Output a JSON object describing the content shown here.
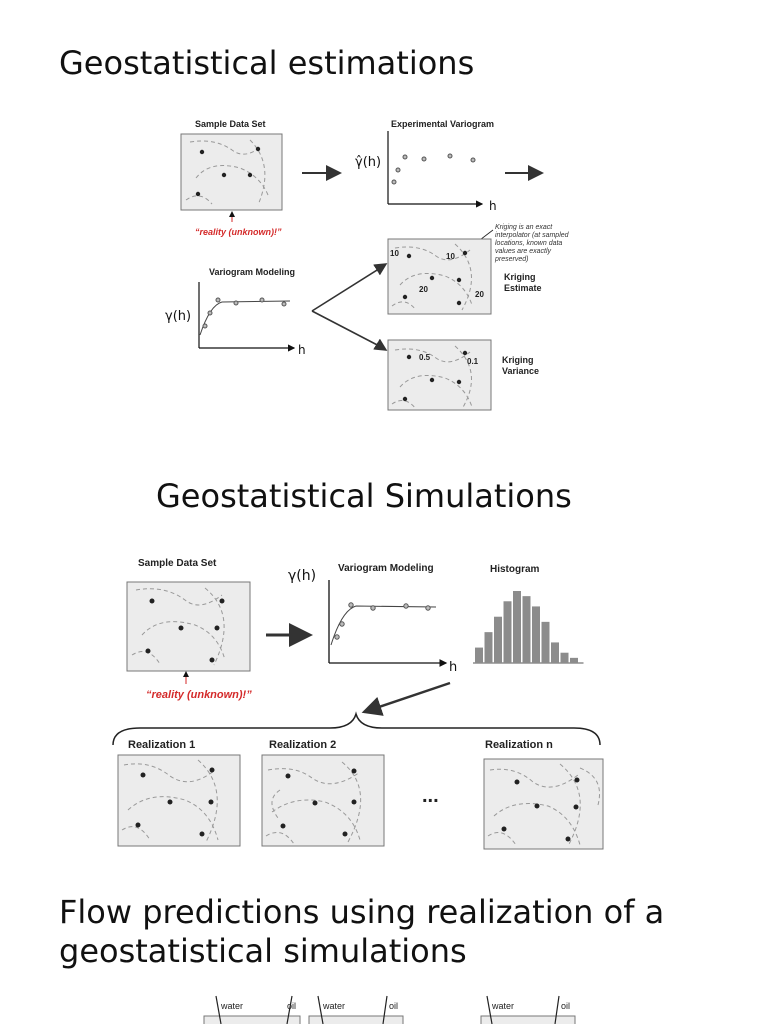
{
  "headings": {
    "estimation": "Geostatistical estimations",
    "simulation": "Geostatistical Simulations",
    "flow": "Flow predictions using realization of a geostatistical simulations"
  },
  "estimation_figure": {
    "sample_label": "Sample Data Set",
    "reality_label": "“reality (unknown)!”",
    "experimental_label": "Experimental Variogram",
    "gamma_hat": "γ̂(h)",
    "h": "h",
    "modeling_label": "Variogram Modeling",
    "gamma": "γ(h)",
    "kriging_note": [
      "Kriging is an exact",
      "interpolator (at sampled",
      "locations, known data",
      "values are exactly",
      "preserved)"
    ],
    "estimate_label": [
      "Kriging",
      "Estimate"
    ],
    "variance_label": [
      "Kriging",
      "Variance"
    ],
    "estimate_values": [
      "10",
      "10",
      "20",
      "20"
    ],
    "variance_values": [
      "0.5",
      "0.1"
    ]
  },
  "simulation_figure": {
    "sample_label": "Sample Data Set",
    "gamma": "γ(h)",
    "modeling_label": "Variogram Modeling",
    "histogram_label": "Histogram",
    "h": "h",
    "reality_label": "“reality (unknown)!”",
    "realization_1": "Realization 1",
    "realization_2": "Realization 2",
    "realization_n": "Realization n",
    "ellipsis": "...",
    "histogram_values": [
      3,
      6,
      9,
      12,
      14,
      13,
      11,
      8,
      4,
      2,
      1
    ]
  },
  "flow_figure": {
    "water": "water",
    "oil": "oil"
  },
  "colors": {
    "reality_red": "#d42a2a",
    "box_fill": "#ececec",
    "bar_gray": "#8c8c8c"
  }
}
